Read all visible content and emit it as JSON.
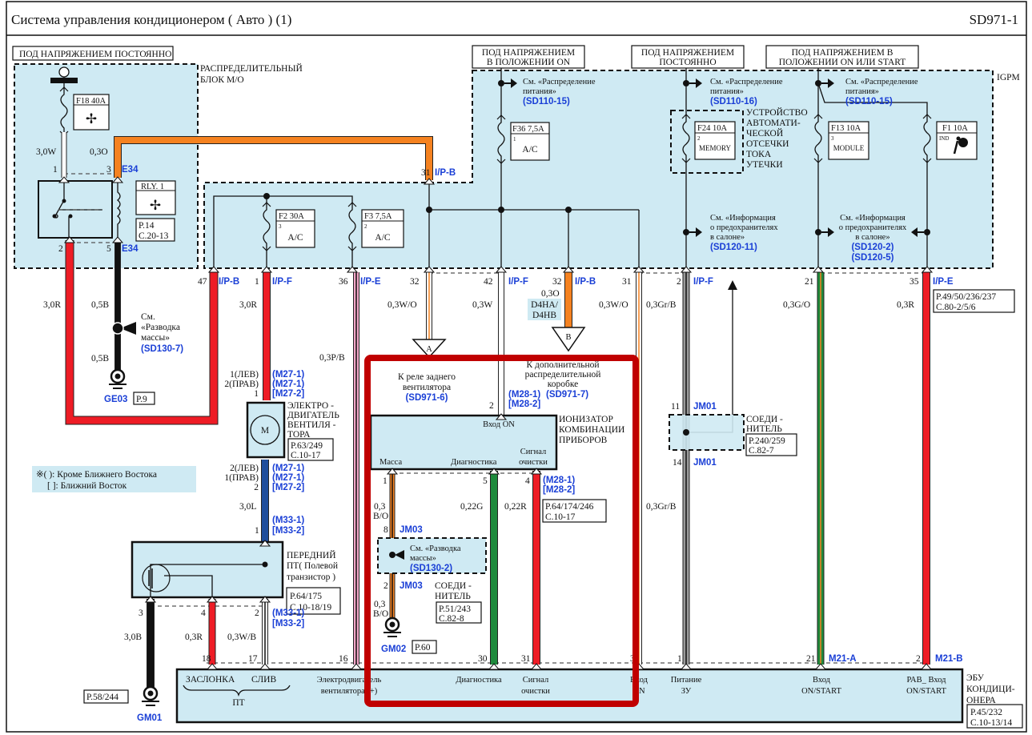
{
  "header": {
    "title": "Система  управления   кондиционером   ( Авто ) (1)",
    "code": "SD971-1"
  },
  "supply": {
    "mo_permanent": "ПОД НАПРЯЖЕНИЕМ  ПОСТОЯННО",
    "on_1": "ПОД НАПРЯЖЕНИЕМ",
    "on_2": "В ПОЛОЖЕНИИ ON",
    "perm_1": "ПОД НАПРЯЖЕНИЕМ",
    "perm_2": "ПОСТОЯННО",
    "onstart_1": "ПОД НАПРЯЖЕНИЕМ  В",
    "onstart_2": "ПОЛОЖЕНИИ ON  ИЛИ START"
  },
  "mo_block": {
    "name_1": "РАСПРЕДЕЛИТЕЛЬНЫЙ",
    "name_2": "БЛОК  М/О",
    "fuse_f18": "F18 40A",
    "relay": "RLY. 1",
    "relay_ref_1": "P.14",
    "relay_ref_2": "C.20-13",
    "wire_w": "3,0W",
    "wire_o": "0,3O",
    "pin1": "1",
    "pin3": "3",
    "pin2": "2",
    "pin5": "5",
    "conn": "E34"
  },
  "igpm": {
    "name": "IGPM",
    "see_power": "См. «Распределение",
    "see_power_2": "питания»",
    "ref_sd110_15": "(SD110-15)",
    "ref_sd110_16": "(SD110-16)",
    "fuse_f36": "F36 7,5A",
    "fuse_f36_no": "1",
    "ac": "A/C",
    "fuse_f2": "F2 30A",
    "fuse_f2_no": "3",
    "fuse_f3": "F3 7,5A",
    "fuse_f3_no": "2",
    "fuse_f24": "F24 10A",
    "fuse_f24_no": "2",
    "memory": "MEMORY",
    "cutoff": [
      "УСТРОЙСТВО",
      "АВТОМАТИ-",
      "ЧЕСКОЙ",
      "ОТСЕЧКИ",
      "ТОКА",
      "УТЕЧКИ"
    ],
    "fuse_f13": "F13 10A",
    "fuse_f13_no": "3",
    "module": "MODULE",
    "fuse_f1": "F1 10A",
    "ind": "IND",
    "see_info": "См. «Информация",
    "see_info_2": "о предохранителях",
    "see_info_3": "в салоне»",
    "ref_sd120_11": "(SD120-11)",
    "ref_sd120_2": "(SD120-2)",
    "ref_sd120_5": "(SD120-5)",
    "icon_airbag": "airbag-icon",
    "icon_fan": "fan-icon"
  },
  "pins": {
    "p47": "47",
    "p1": "1",
    "p36": "36",
    "p32a": "32",
    "p42": "42",
    "p32b": "32",
    "p31": "31",
    "p2": "2",
    "p21": "21",
    "p35": "35",
    "ipb": "I/P-B",
    "ipf": "I/P-F",
    "ipe": "I/P-E"
  },
  "wires": {
    "r30": "3,0R",
    "b05": "0,5B",
    "pb": "0,3P/B",
    "wo": "0,3W/O",
    "w": "0,3W",
    "o": "0,3O",
    "grb": "0,3Gr/B",
    "go": "0,3G/O",
    "r03": "0,3R",
    "l30": "3,0L",
    "b30": "3,0B",
    "wb": "0,3W/B",
    "bo_1": "0,3",
    "bo_2": "B/O",
    "g022": "0,22G",
    "r022": "0,22R"
  },
  "ground": {
    "see": "См.",
    "see_2": "«Разводка",
    "see_3": "массы»",
    "ref": "(SD130-7)",
    "ge03": "GE03",
    "ge03_ref": "P.9",
    "gm01": "GM01",
    "gm01_ref": "P.58/244",
    "gm02": "GM02",
    "gm02_ref": "P.60"
  },
  "legend": {
    "line_1": "※( ):   Кроме  Ближнего   Востока",
    "line_2": "[ ]:   Ближний  Восток"
  },
  "motor": {
    "lev1": "1(ЛЕВ)",
    "prav2": "2(ПРАВ)",
    "one": "1",
    "m27_1": "(M27-1)",
    "m27_2": "[M27-2]",
    "lev2": "2(ЛЕВ)",
    "prav1": "1(ПРАВ)",
    "two": "2",
    "letter": "M",
    "name": [
      "ЭЛЕКТРО -",
      "ДВИГАТЕЛЬ",
      "ВЕНТИЛЯ -",
      "ТОРА"
    ],
    "ref_1": "P.63/249",
    "ref_2": "C.10-17"
  },
  "fet": {
    "m33_1": "(M33-1)",
    "m33_2": "[M33-2]",
    "pin1": "1",
    "pin3": "3",
    "pin4": "4",
    "pin2": "2",
    "name": [
      "ПЕРЕДНИЙ",
      "ПТ( Полевой",
      "транзистор    )"
    ],
    "ref_1": "P.64/175",
    "ref_2": "C.10-18/19"
  },
  "branches": {
    "a": "A",
    "a_text_1": "К реле   заднего",
    "a_text_2": "вентилятора",
    "a_ref": "(SD971-6)",
    "b": "B",
    "b_text_1": "К дополнительной",
    "b_text_2": "распределительной",
    "b_text_3": "коробке",
    "b_ref": "(SD971-7)",
    "engine_1": "D4HA/",
    "engine_2": "D4HB"
  },
  "ionizer": {
    "pin2": "2",
    "m28_1": "(M28-1)",
    "m28_2": "[M28-2]",
    "input_on": "Вход ON",
    "name": [
      "ИОНИЗАТОР",
      "КОМБИНАЦИИ",
      "ПРИБОРОВ"
    ],
    "mass": "Масса",
    "diag": "Диагностика",
    "sig_1": "Сигнал",
    "sig_2": "очистки",
    "pin1": "1",
    "pin5": "5",
    "pin4": "4",
    "ref_1": "P.64/174/246",
    "ref_2": "C.10-17",
    "jm03": "JM03",
    "p8": "8",
    "p2b": "2",
    "see_1": "См. «Разводка",
    "see_2": "массы»",
    "see_ref": "(SD130-2)",
    "conn_1": "СОЕДИ -",
    "conn_2": "НИТЕЛЬ",
    "conn_ref_1": "P.51/243",
    "conn_ref_2": "C.82-8"
  },
  "jm01": {
    "p11": "11",
    "p14": "14",
    "name": "JM01",
    "conn_1": "СОЕДИ -",
    "conn_2": "НИТЕЛЬ",
    "ref_1": "P.240/259",
    "ref_2": "C.82-7"
  },
  "ipe_ref": {
    "ref_1": "P.49/50/236/237",
    "ref_2": "C.80-2/5/6"
  },
  "ecu": {
    "p18": "18",
    "p17": "17",
    "p16": "16",
    "p30": "30",
    "p31": "31",
    "p3": "3",
    "p1": "1",
    "p21": "21",
    "p2": "2",
    "m21a": "M21-A",
    "m21b": "M21-B",
    "damper": "ЗАСЛОНКА",
    "drain": "СЛИВ",
    "pt": "ПТ",
    "motor_1": "Электродвигатель",
    "motor_2": "вентилятора   (+)",
    "diag": "Диагностика",
    "sig_1": "Сигнал",
    "sig_2": "очистки",
    "on_1": "Вход",
    "on_2": "ON",
    "pwr_1": "Питание",
    "pwr_2": "ЗУ",
    "onst_1": "Вход",
    "onst_2": "ON/START",
    "rab_1": "РАВ_  Вход",
    "rab_2": "ON/START",
    "name": [
      "ЭБУ",
      "КОНДИЦИ-",
      "ОНЕРА"
    ],
    "ref_1": "P.45/232",
    "ref_2": "C.10-13/14"
  },
  "colors": {
    "red": "#ee1c25",
    "orange": "#f58220",
    "blue": "#1f4e9c",
    "green": "#1e8a3c",
    "pink": "#f4a6c8",
    "gray": "#9a9a9a",
    "panel": "#cfeaf3",
    "highlight": "#c00000",
    "ref_text": "#1a3fd6"
  }
}
